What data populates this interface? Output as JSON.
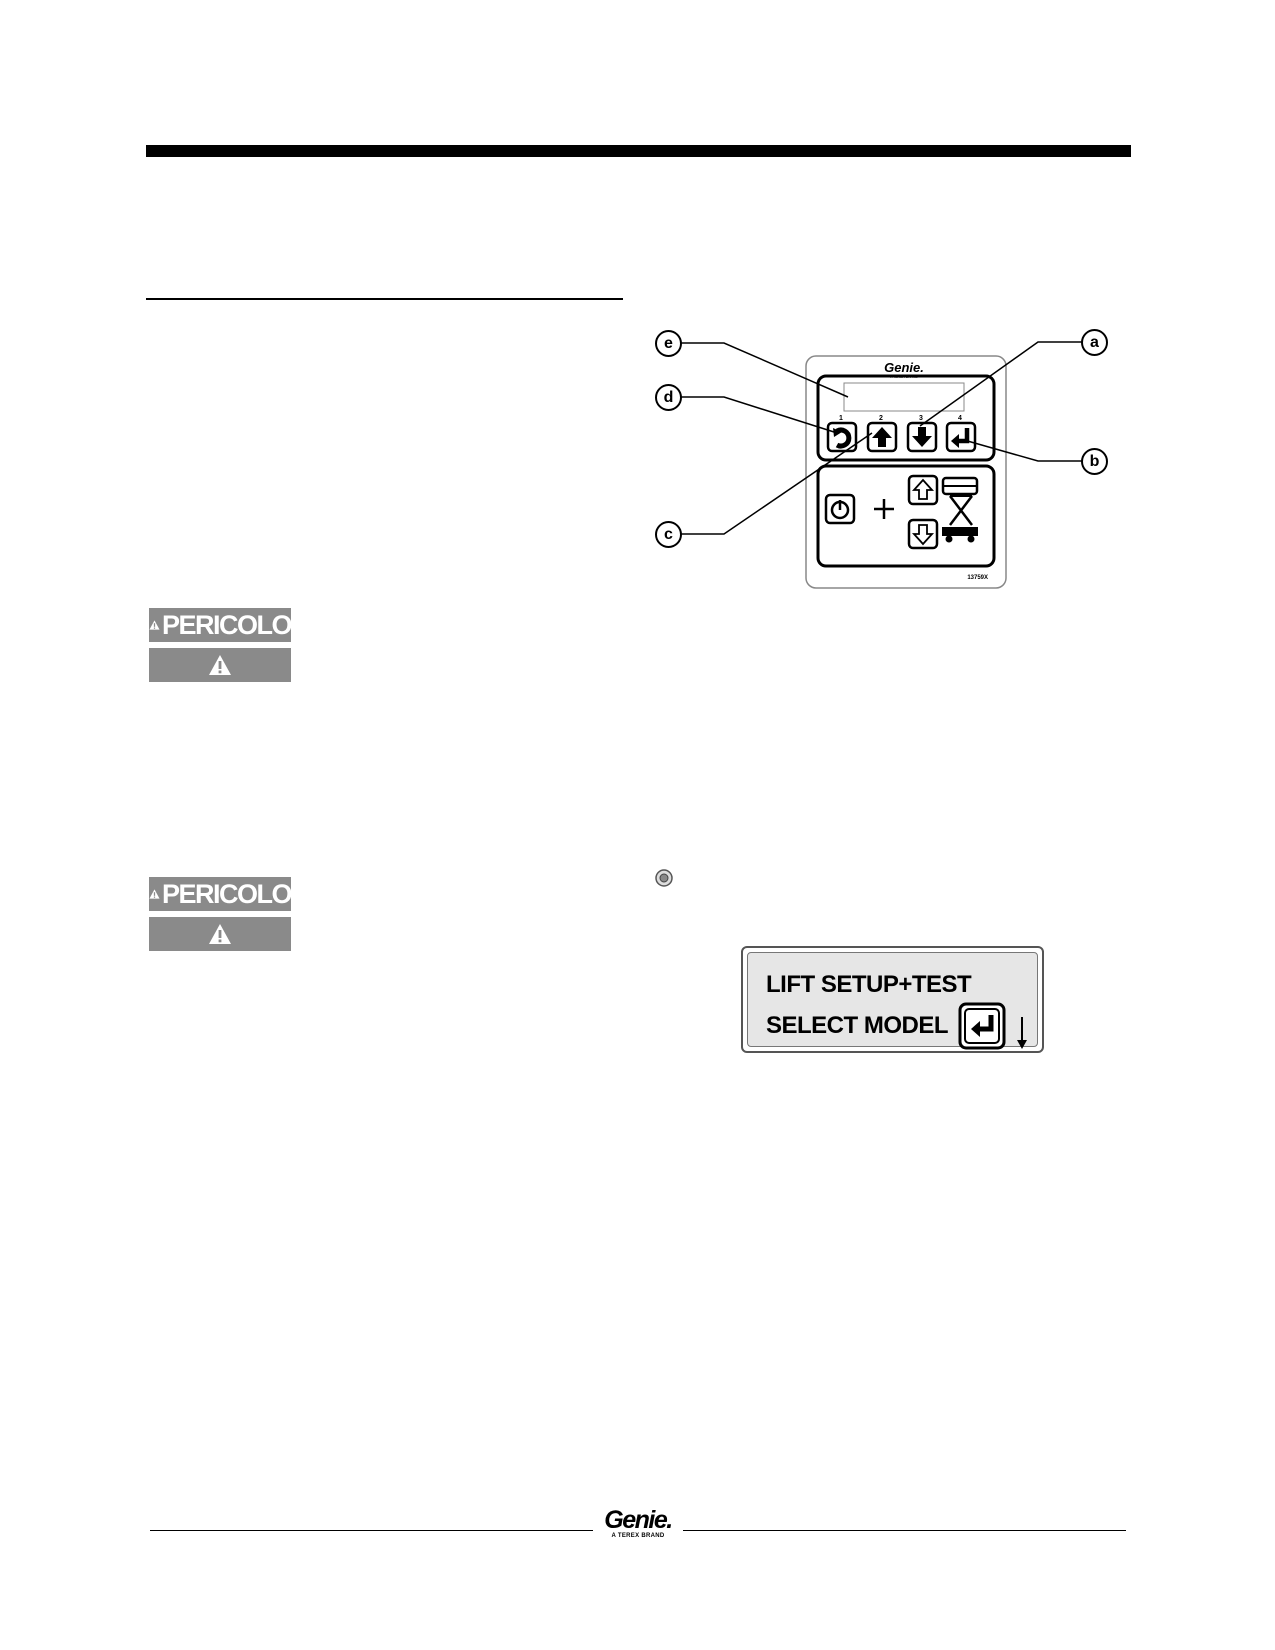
{
  "warnings": [
    {
      "label": "PERICOLO"
    },
    {
      "label": "PERICOLO"
    }
  ],
  "diagram": {
    "callouts": [
      "a",
      "b",
      "c",
      "d",
      "e"
    ],
    "brand": "Genie.",
    "brand_sub": "A TEREX BRAND",
    "key_numbers": [
      "1",
      "2",
      "3",
      "4"
    ],
    "part_number": "13759X"
  },
  "lcd": {
    "line1": "LIFT SETUP+TEST",
    "line2": "SELECT MODEL"
  },
  "footer": {
    "brand": "Genie.",
    "brand_sub": "A TEREX BRAND"
  }
}
